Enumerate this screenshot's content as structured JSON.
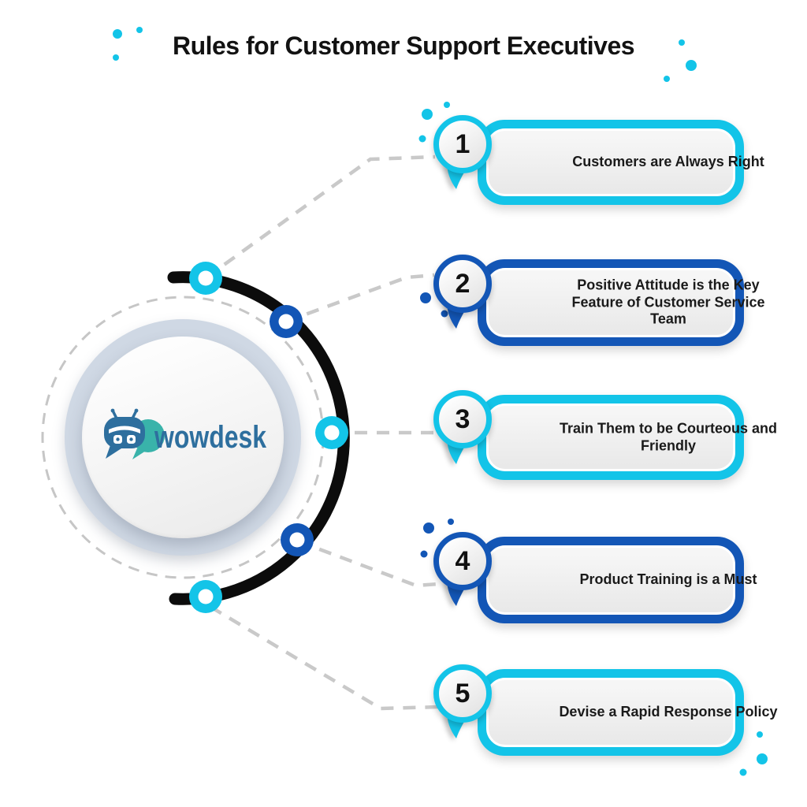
{
  "title": "Rules for Customer Support Executives",
  "logo": {
    "text": "wowdesk",
    "icon": "chat-robot-bubbles-icon"
  },
  "items": [
    {
      "number": "1",
      "label": "Customers are Always Right",
      "accent": "#13c4e8"
    },
    {
      "number": "2",
      "label": "Positive Attitude is the Key Feature of Customer Service Team",
      "accent": "#1356b6"
    },
    {
      "number": "3",
      "label": "Train Them to be Courteous and Friendly",
      "accent": "#13c4e8"
    },
    {
      "number": "4",
      "label": "Product Training is a Must",
      "accent": "#1356b6"
    },
    {
      "number": "5",
      "label": "Devise a Rapid Response Policy",
      "accent": "#13c4e8"
    }
  ],
  "colors": {
    "cyan": "#13c4e8",
    "blue": "#1356b6",
    "arc_black": "#0c0c0c",
    "connector_gray": "#c9c9c9",
    "ring_bluegray": "#cfd8e4",
    "banner_fill": "#efefef",
    "logo_blue": "#2e6f9e",
    "logo_teal": "#39b3aa"
  }
}
